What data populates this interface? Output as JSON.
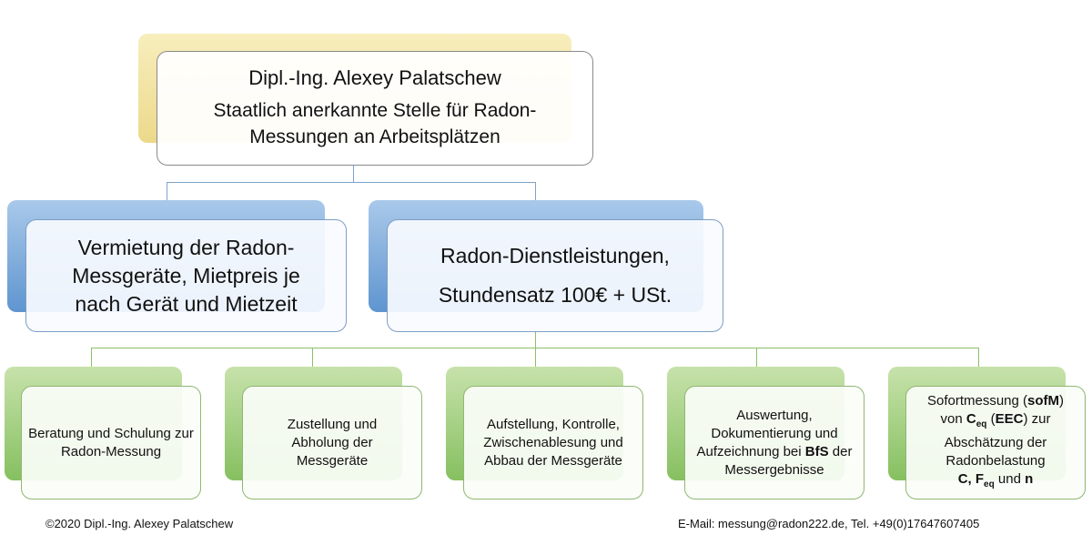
{
  "root": {
    "title": "Dipl.-Ing. Alexey Palatschew",
    "subtitle": "Staatlich anerkannte Stelle für Radon-Messungen an Arbeitsplätzen"
  },
  "level2": [
    {
      "text": "Vermietung der Radon-Messgeräte, Mietpreis je nach Gerät und Mietzeit"
    },
    {
      "line1": "Radon-Dienstleistungen,",
      "line2": "Stundensatz 100€ + USt."
    }
  ],
  "services": [
    {
      "text": "Beratung und Schulung zur Radon-Messung"
    },
    {
      "text": "Zustellung und Abholung der Messgeräte"
    },
    {
      "text": "Aufstellung, Kontrolle, Zwischenablesung und Abbau der Messgeräte"
    },
    {
      "pre": "Auswertung, Dokumentierung und Aufzeichnung bei ",
      "bold": "BfS",
      "post": " der Messergebnisse"
    },
    {
      "p1": "Sofortmessung (",
      "b1": "sofM",
      "p2": ")",
      "p3": "von ",
      "b2": "C",
      "s1": "eq",
      "p4": " (",
      "b3": "EEC",
      "p5": ") zur",
      "p6": "Abschätzung der",
      "p7": "Radonbelastung",
      "b4": "C, F",
      "s2": "eq",
      "p8": " und ",
      "b5": "n"
    }
  ],
  "footer": {
    "copyright": "©2020 Dipl.-Ing. Alexey Palatschew",
    "contact": "E-Mail: messung@radon222.de, Tel. +49(0)17647607405"
  },
  "colors": {
    "yellow": "#ecd98a",
    "blue": "#5f95d0",
    "green": "#86c060"
  }
}
